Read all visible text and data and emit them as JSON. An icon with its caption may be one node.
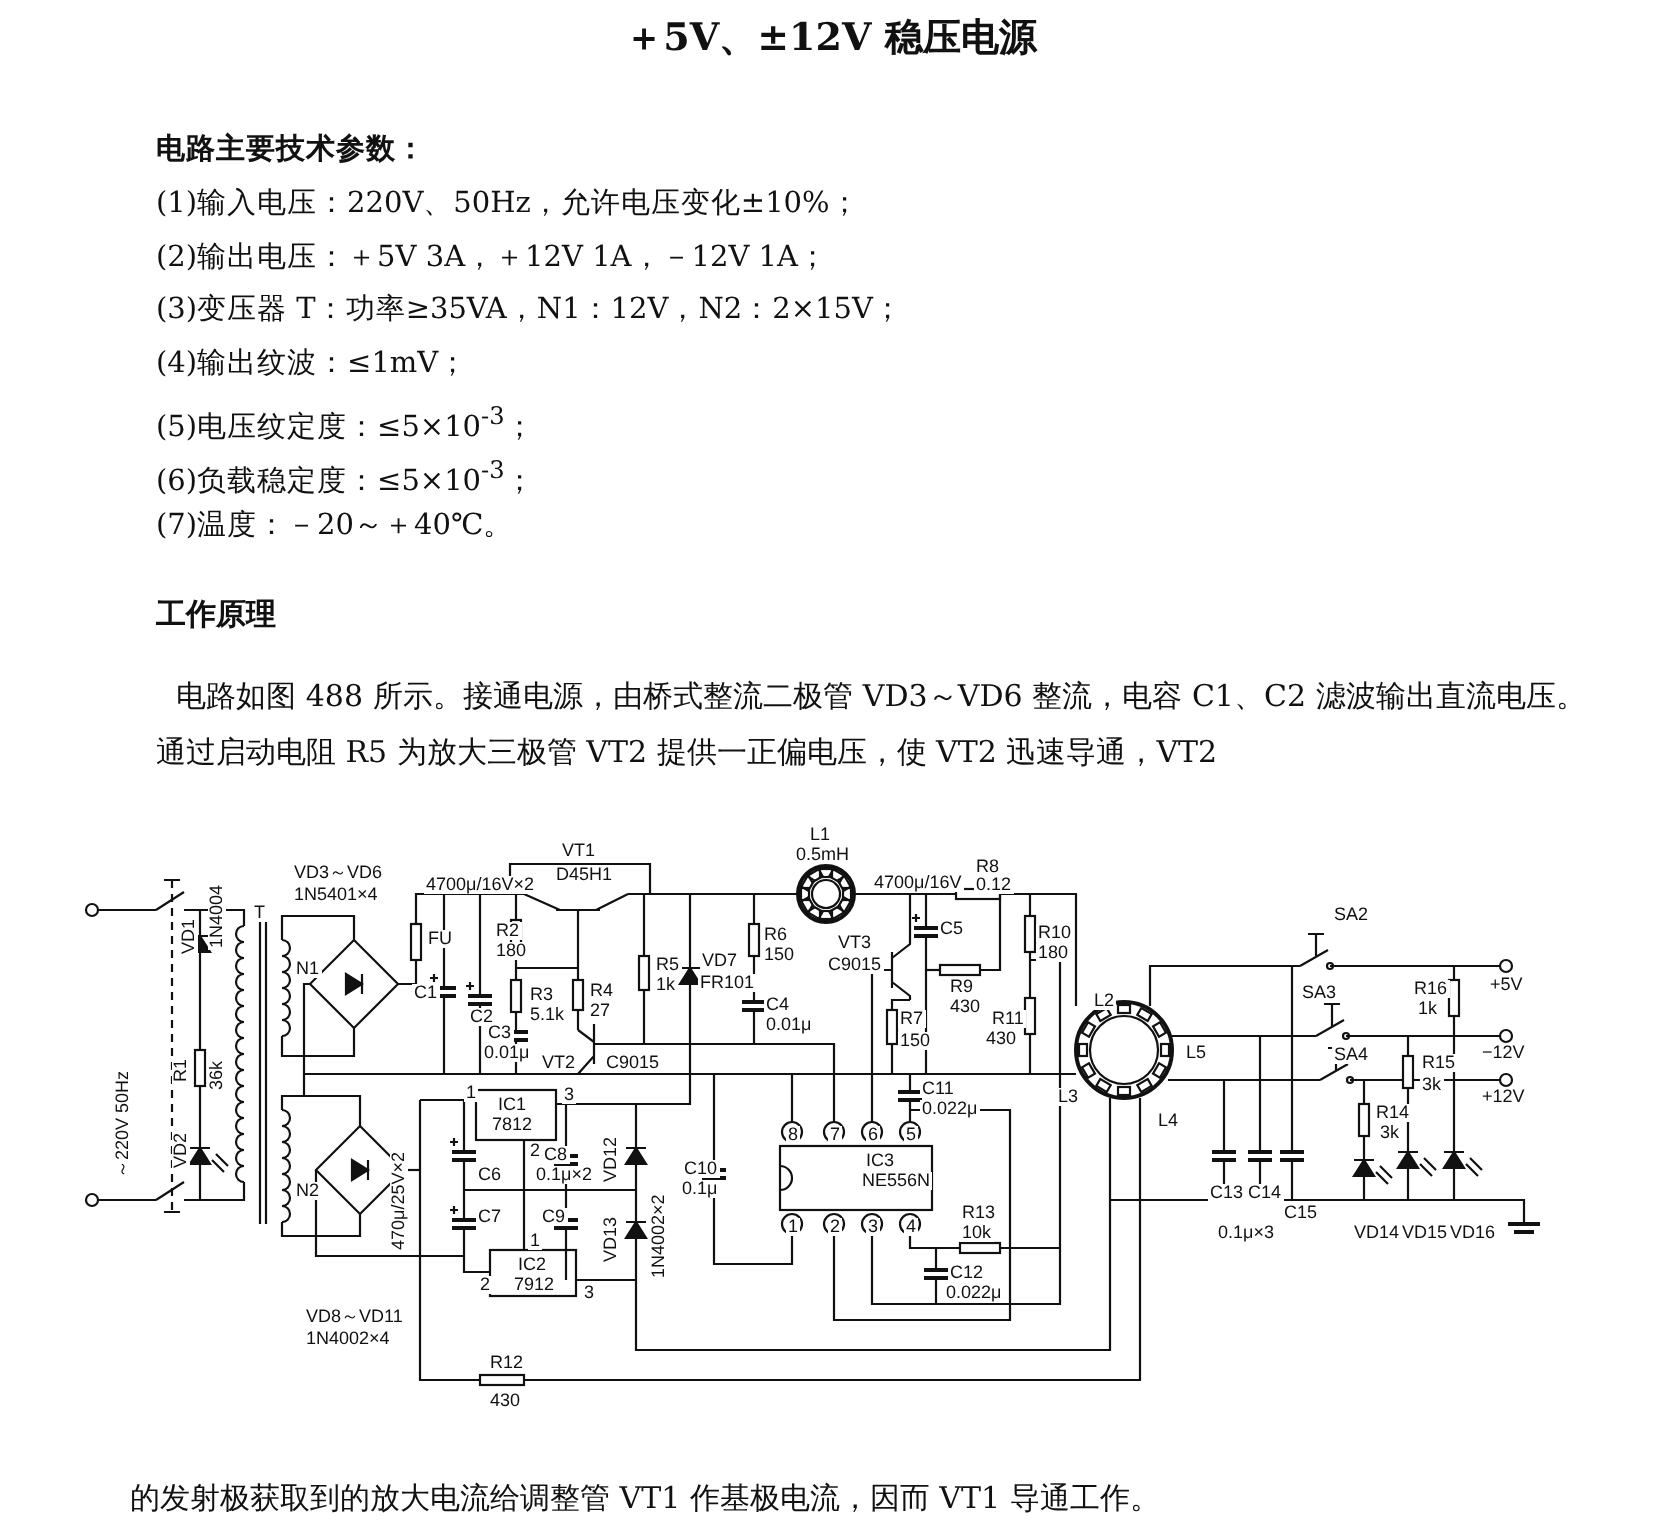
{
  "diagram": {
    "title": "＋5V、±12V 稳压电源",
    "labels": [
      "电路主要技术参数：",
      "(1)输入电压：220V、50Hz，允许电压变化±10%；",
      "(2)输出电压：＋5V 3A，＋12V 1A，－12V 1A；",
      "(3)变压器 T：功率≥35VA，N1：12V，N2：2×15V；",
      "(4)输出纹波：≤1mV；",
      "(5)电压纹定度：≤5×10$^{-3}$；",
      "(6)负载稳定度：≤5×10$^{-3}$；",
      "(7)温度：－20～＋40℃。",
      "工作原理",
      "电路如图 488 所示。接通电源，由桥式整流二极管 VD3～VD6 整流，电容 C1、C2 滤波输出直流电压。通过启动电阻 R5 为放大三极管 VT2 提供一正偏电压，使 VT2 迅速导通，VT2",
      "VD3～VD6",
      "1N5401×4",
      "T",
      "VD1",
      "1N4004",
      "R1",
      "36k",
      "VD2",
      "～220V 50Hz",
      "N1",
      "N2",
      "FU",
      "4700μ/16V×2",
      "C1",
      "C2",
      "R2",
      "180",
      "C3",
      "0.01μ",
      "VT1",
      "D45H1",
      "R3",
      "5.1k",
      "R4",
      "27",
      "R5",
      "1k",
      "VD7",
      "FR101",
      "VT2",
      "C9015",
      "L1",
      "0.5mH",
      "R6",
      "150",
      "C4",
      "0.01μ",
      "VT3",
      "C9015",
      "R7",
      "150",
      "4700μ/16V",
      "C5",
      "R8",
      "0.12",
      "R9",
      "430",
      "R10",
      "180",
      "R11",
      "430",
      "C11",
      "0.022μ",
      "IC3",
      "NE556N",
      "8",
      "7",
      "6",
      "5",
      "1",
      "IC1",
      "7812",
      "3",
      "2",
      "C6",
      "C8",
      "0.1μ×2",
      "VD12",
      "470μ/25V×2",
      "C10",
      "0.1μ",
      "1",
      "2",
      "3",
      "4",
      "R13",
      "10k",
      "C7",
      "C9",
      "VD13",
      "1N4002×2",
      "1",
      "2",
      "IC2",
      "7912",
      "3",
      "C12",
      "0.022μ",
      "VD8～VD11",
      "1N4002×4",
      "R12",
      "430",
      "L2",
      "L5",
      "L3",
      "L4",
      "SA2",
      "SA3",
      "SA4",
      "R16",
      "1k",
      "+5V",
      "−12V",
      "+12V",
      "R15",
      "3k",
      "R14",
      "3k",
      "C13",
      "C14",
      "C15",
      "0.1μ×3",
      "VD14",
      "VD15",
      "VD16",
      "的发射极获取到的放大电流给调整管 VT1 作基极电流，因而 VT1 导通工作。"
    ]
  }
}
